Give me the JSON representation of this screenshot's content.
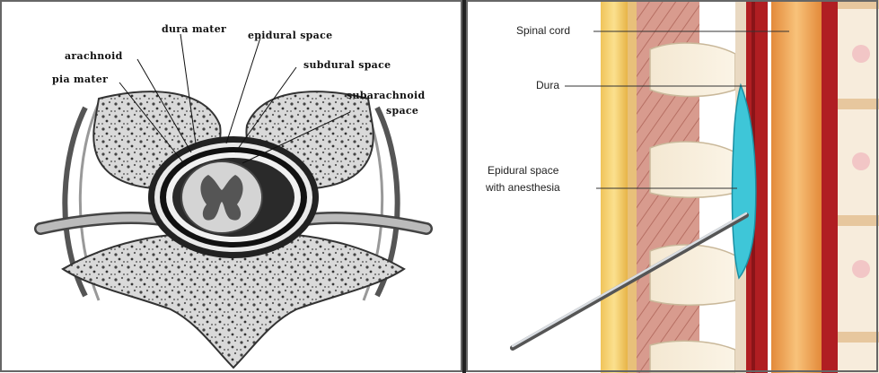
{
  "left_diagram": {
    "labels": {
      "dura_mater": "dura mater",
      "epidural_space": "epidural space",
      "arachnoid": "arachnoid",
      "subdural_space": "subdural space",
      "pia_mater": "pia mater",
      "subarachnoid_space_line1": "subarachnoid",
      "subarachnoid_space_line2": "space"
    }
  },
  "right_diagram": {
    "labels": {
      "spinal_cord": "Spinal cord",
      "dura": "Dura",
      "epidural_line1": "Epidural space",
      "epidural_line2": "with anesthesia"
    },
    "colors": {
      "anesthesia": "#3ec6d8",
      "dura": "#b01e22",
      "spinal_cord": "#f0a24a",
      "muscle": "#d89b8e"
    }
  }
}
